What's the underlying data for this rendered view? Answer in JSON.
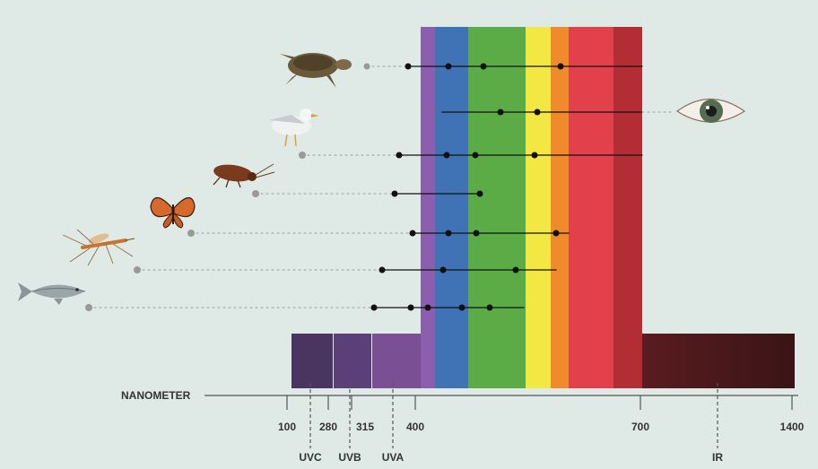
{
  "axis": {
    "label": "NANOMETER",
    "ticks": [
      "100",
      "280",
      "315",
      "400",
      "700",
      "1400"
    ],
    "bands": [
      "UVC",
      "UVB",
      "UVA",
      "IR"
    ]
  },
  "colors": {
    "background": "#dfeae6",
    "violet": "#8b5fae",
    "blue": "#3f73b6",
    "green": "#5bab46",
    "yellow": "#f3e743",
    "orange": "#ef8a2d",
    "red": "#e2414c",
    "dark_red": "#b32d35"
  },
  "species": [
    {
      "animal": "turtle-icon"
    },
    {
      "animal": "human-eye-icon"
    },
    {
      "animal": "gull-icon"
    },
    {
      "animal": "cockroach-icon"
    },
    {
      "animal": "butterfly-icon"
    },
    {
      "animal": "mosquito-icon"
    },
    {
      "animal": "fish-icon"
    }
  ]
}
